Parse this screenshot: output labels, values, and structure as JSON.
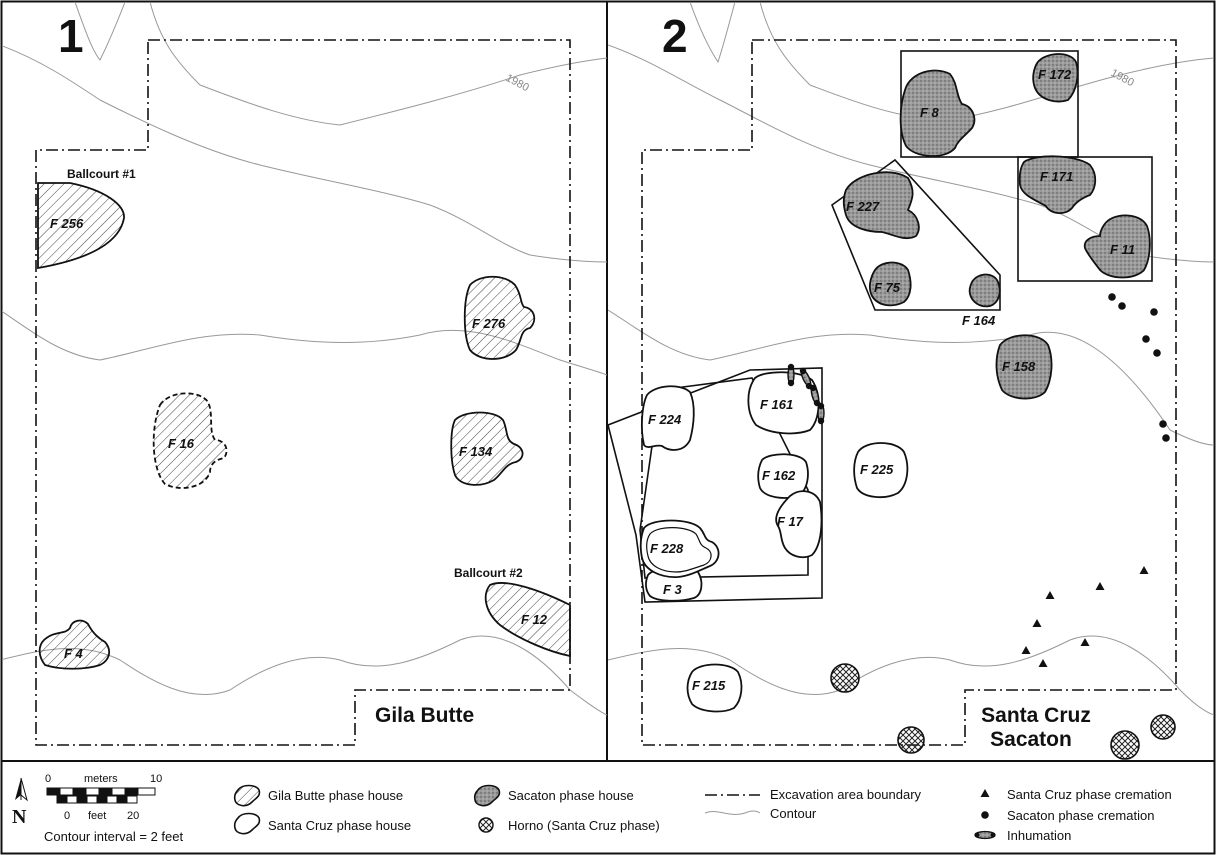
{
  "panels": [
    {
      "number": "1",
      "phase_label": "Gila Butte",
      "contour_label": "1980"
    },
    {
      "number": "2",
      "phase_label_line1": "Santa Cruz",
      "phase_label_line2": "Sacaton",
      "contour_label": "1980"
    }
  ],
  "panel1": {
    "ballcourt1": "Ballcourt #1",
    "ballcourt2": "Ballcourt #2",
    "features": {
      "f256": "F 256",
      "f276": "F 276",
      "f16": "F 16",
      "f134": "F 134",
      "f12": "F 12",
      "f4": "F 4"
    }
  },
  "panel2": {
    "features": {
      "f8": "F 8",
      "f172": "F 172",
      "f227": "F 227",
      "f171": "F 171",
      "f11": "F 11",
      "f75": "F 75",
      "f164": "F 164",
      "f158": "F 158",
      "f161": "F 161",
      "f224": "F 224",
      "f162": "F 162",
      "f225": "F 225",
      "f17": "F 17",
      "f228": "F 228",
      "f3": "F 3",
      "f215": "F 215"
    }
  },
  "legend": {
    "north": "N",
    "scale_meters_label": "meters",
    "scale_meters_0": "0",
    "scale_meters_10": "10",
    "scale_feet_0": "0",
    "scale_feet_label": "feet",
    "scale_feet_20": "20",
    "contour_interval": "Contour interval = 2 feet",
    "gila_butte_house": "Gila Butte phase house",
    "santa_cruz_house": "Santa Cruz phase house",
    "sacaton_house": "Sacaton phase house",
    "horno": "Horno (Santa Cruz phase)",
    "excavation_boundary": "Excavation area boundary",
    "contour": "Contour",
    "santa_cruz_cremation": "Santa Cruz phase cremation",
    "sacaton_cremation": "Sacaton phase cremation",
    "inhumation": "Inhumation"
  },
  "colors": {
    "ink": "#111111",
    "sacaton_fill": "#8a8a8a",
    "contour": "#999999",
    "hatch": "#444444"
  }
}
